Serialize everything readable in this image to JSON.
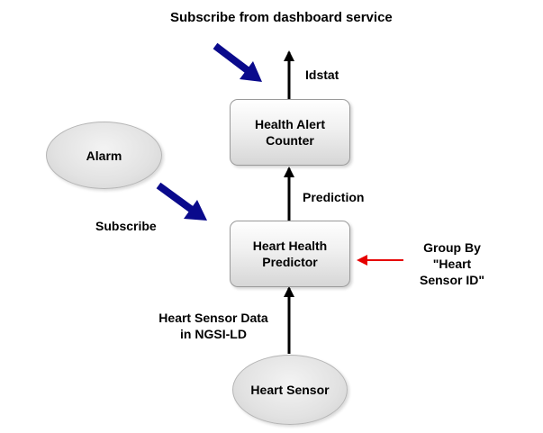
{
  "title": "Subscribe from dashboard service",
  "nodes": {
    "health_alert_counter": [
      "Health Alert",
      "Counter"
    ],
    "heart_health_predictor": [
      "Heart Health",
      "Predictor"
    ],
    "alarm": "Alarm",
    "heart_sensor": "Heart Sensor"
  },
  "labels": {
    "idstat": "Idstat",
    "prediction": "Prediction",
    "subscribe": "Subscribe",
    "heart_sensor_data": [
      "Heart Sensor Data",
      "in NGSI-LD"
    ],
    "group_by": [
      "Group By",
      "\"Heart",
      "Sensor ID\""
    ]
  },
  "colors": {
    "subscribe_arrow": "#0a0a8c",
    "group_by_arrow": "#e60000",
    "flow_arrow": "#000000"
  }
}
